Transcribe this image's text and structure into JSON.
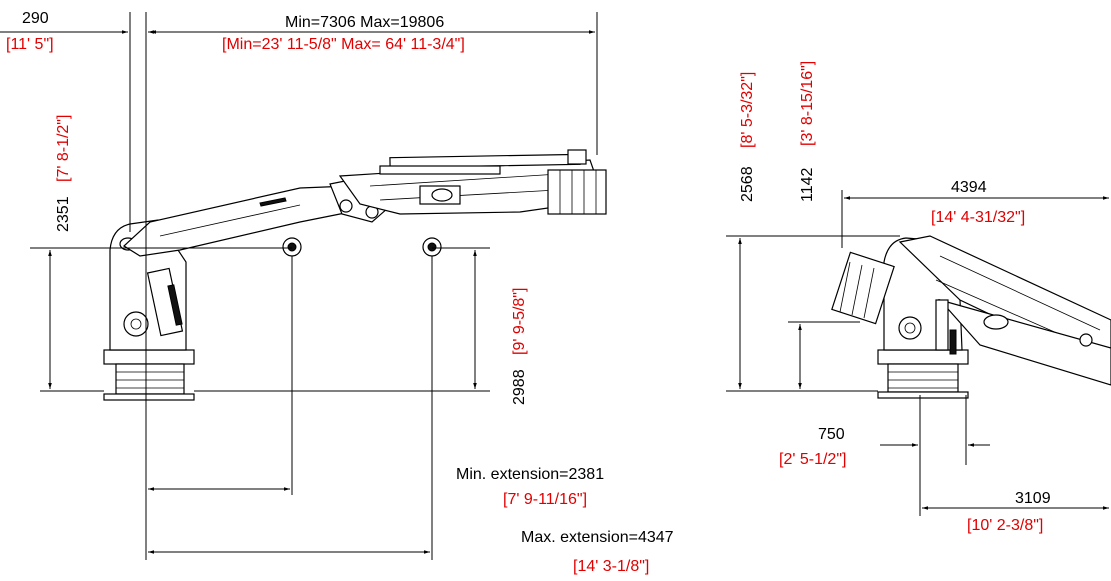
{
  "colors": {
    "metric": "#000000",
    "imperial": "#e00000"
  },
  "left_view": {
    "base_offset": {
      "metric": "290",
      "imperial": "[11' 5\"]"
    },
    "total_length": {
      "metric": "Min=7306 Max=19806",
      "imperial": "[Min=23' 11-5/8\" Max= 64' 11-3/4\"]"
    },
    "column_height": {
      "metric": "2351",
      "imperial": "[7' 8-1/2\"]"
    },
    "hook_height": {
      "metric": "2988",
      "imperial": "[9' 9-5/8\"]"
    },
    "min_extension": {
      "metric": "Min. extension=2381",
      "imperial": "[7' 9-11/16\"]"
    },
    "max_extension": {
      "metric": "Max. extension=4347",
      "imperial": "[14' 3-1/8\"]"
    }
  },
  "right_view": {
    "folded_height": {
      "metric": "2568",
      "imperial": "[8' 5-3/32\"]"
    },
    "stowed_height": {
      "metric": "1142",
      "imperial": "[3' 8-15/16\"]"
    },
    "folded_length": {
      "metric": "4394",
      "imperial": "[14' 4-31/32\"]"
    },
    "column_offset": {
      "metric": "750",
      "imperial": "[2' 5-1/2\"]"
    },
    "base_length": {
      "metric": "3109",
      "imperial": "[10' 2-3/8\"]"
    }
  }
}
